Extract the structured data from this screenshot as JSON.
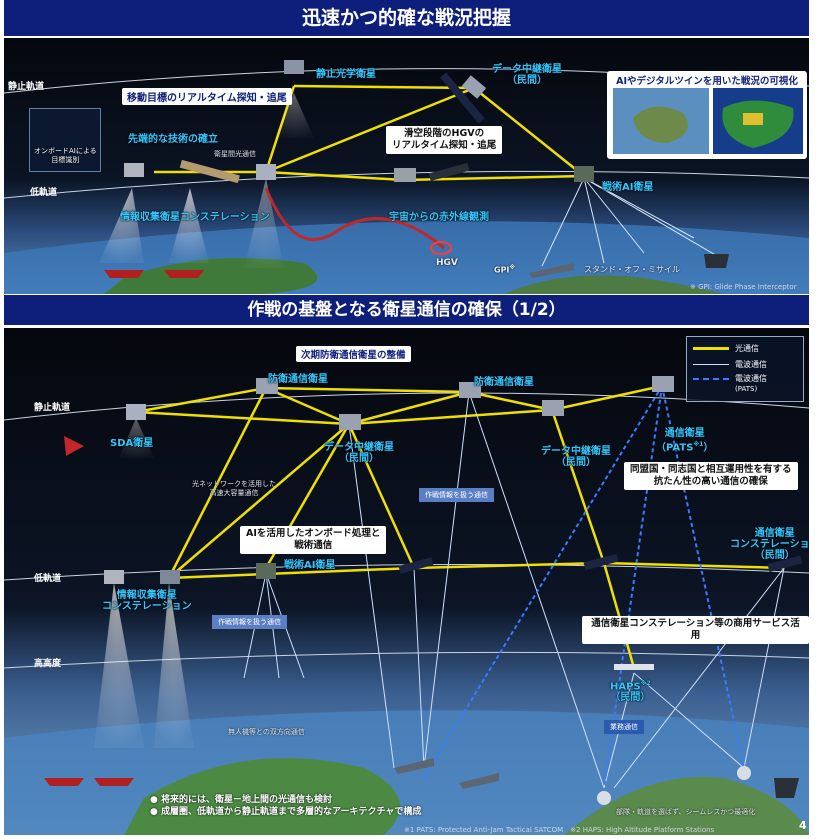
{
  "top": {
    "title": "迅速かつ的確な戦況把握",
    "orbit_geo": "静止軌道",
    "orbit_leo": "低軌道",
    "geo_optical_sat": "静止光学衛星",
    "relay_sat_line1": "データ中継衛星",
    "relay_sat_line2": "（民間）",
    "moving_target": "移動目標のリアルタイム探知・追尾",
    "onboard_ai_line1": "オンボードAIによる",
    "onboard_ai_line2": "目標識別",
    "advanced_tech": "先端的な技術の確立",
    "inter_sat_optical": "衛星間光通信",
    "hgv_detect_line1": "滑空段階のHGVの",
    "hgv_detect_line2": "リアルタイム探知・追尾",
    "ai_twin": "AIやデジタルツインを用いた戦況の可視化",
    "tactical_ai_sat": "戦術AI衛星",
    "isr_constellation": "情報収集衛星コンステレーション",
    "ir_observation": "宇宙からの赤外線観測",
    "hgv": "HGV",
    "gpi": "GPI",
    "gpi_sup": "※",
    "standoff": "スタンド・オフ・ミサイル",
    "footnote": "※ GPI: Glide Phase Interceptor"
  },
  "bottom": {
    "title": "作戦の基盤となる衛星通信の確保（1/2）",
    "next_gen": "次期防衛通信衛星の整備",
    "defense_sat_1": "防衛通信衛星",
    "defense_sat_2": "防衛通信衛星",
    "orbit_geo": "静止軌道",
    "orbit_leo": "低軌道",
    "orbit_high": "高高度",
    "sda_sat": "SDA衛星",
    "relay_a_line1": "データ中継衛星",
    "relay_a_line2": "（民間）",
    "relay_b_line1": "データ中継衛星",
    "relay_b_line2": "（民間）",
    "comm_sat_line1": "通信衛星",
    "comm_sat_line2": "（PATS",
    "comm_sat_sup": "※1",
    "comm_sat_close": "）",
    "resilient_line1": "同盟国・同志国と相互運用性を有する",
    "resilient_line2": "抗たん性の高い通信の確保",
    "optical_network_line1": "光ネットワークを活用した",
    "optical_network_line2": "高速大容量通信",
    "ops_info_1": "作戦情報を扱う通信",
    "ops_info_2": "作戦情報を扱う通信",
    "ai_onboard_line1": "AIを活用したオンボード処理と",
    "ai_onboard_line2": "戦術通信",
    "tactical_ai_sat": "戦術AI衛星",
    "comm_const_line1": "通信衛星",
    "comm_const_line2": "コンステレーション",
    "comm_const_line3": "（民間）",
    "isr_line1": "情報収集衛星",
    "isr_line2": "コンステレーション",
    "commercial_use": "通信衛星コンステレーション等の商用サービス活用",
    "haps_line1": "HAPS",
    "haps_sup": "※2",
    "haps_line2": "（民間）",
    "business_comm": "業務通信",
    "unmanned": "無人機等との双方向通信",
    "seamless": "部隊・軌道を選ばず、シームレスかつ最適化",
    "note_1": "将来的には、衛星－地上間の光通信も検討",
    "note_2": "成層圏、低軌道から静止軌道まで多層的なアーキテクチャで構成",
    "footnote": "※1 PATS: Protected Anti-Jam Tactical SATCOM　※2 HAPS: High Altitude Platform Stations",
    "page_number": "4",
    "legend": {
      "optical": "光通信",
      "radio": "電波通信",
      "radio_pats_line1": "電波通信",
      "radio_pats_line2": "(PATS)",
      "optical_color": "#f0e000",
      "radio_color": "#3a7bff"
    }
  }
}
